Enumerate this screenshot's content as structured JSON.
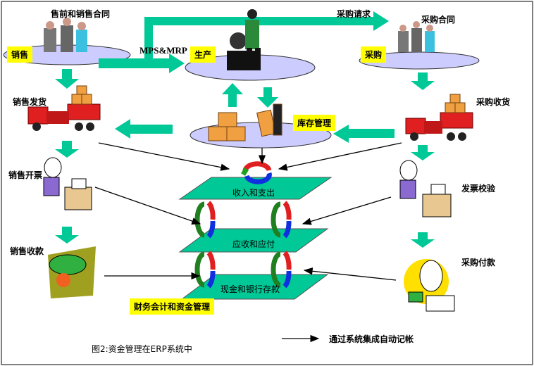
{
  "diagram": {
    "nodes": {
      "sales": "销售",
      "production": "生产",
      "purchasing": "采购",
      "inventory": "库存管理",
      "finance": "财务会计和资金管理"
    },
    "labels": {
      "presales_contract": "售前和销售合同",
      "mps_mrp": "MPS&MRP",
      "purchase_request": "采购请求",
      "purchase_contract": "采购合同",
      "sales_delivery": "销售发货",
      "purchase_receipt": "采购收货",
      "sales_invoice": "销售开票",
      "invoice_verification": "发票校验",
      "sales_collection": "销售收款",
      "purchase_payment": "采购付款"
    },
    "layers": [
      "收入和支出",
      "应收和应付",
      "现金和银行存款"
    ],
    "caption": "图2:资金管理在ERP系统中",
    "legend": "通过系统集成自动记帐",
    "colors": {
      "flow_arrow": "#00c896",
      "highlight": "#ffff00",
      "ellipse": "#ccccff",
      "plane": "#00c896"
    }
  }
}
